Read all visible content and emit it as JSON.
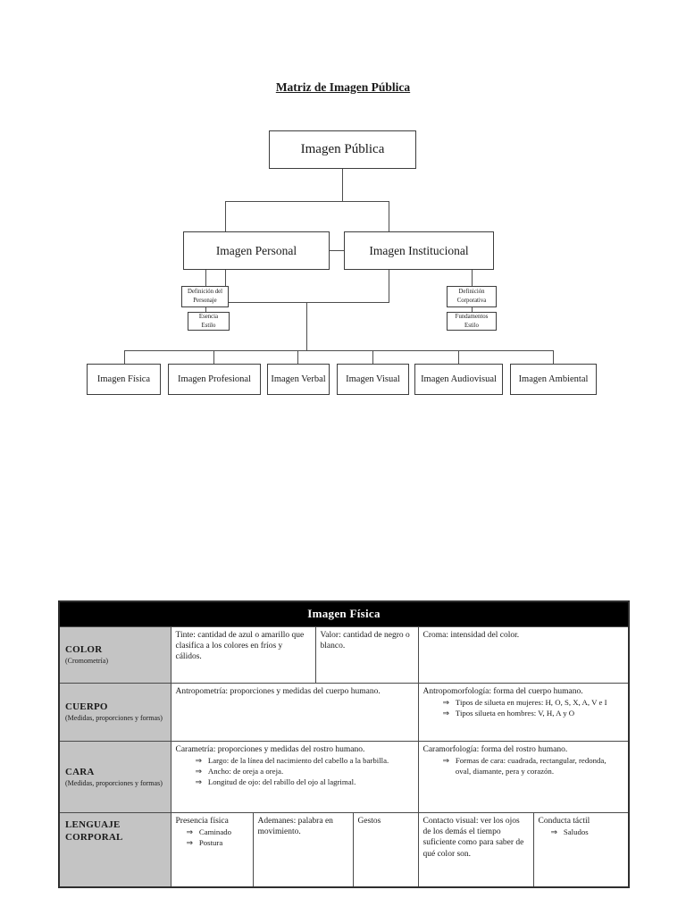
{
  "doc": {
    "title": "Matriz de Imagen Pública"
  },
  "glyphs": {
    "arrow": "⇒"
  },
  "colors": {
    "header_bg": "#000000",
    "label_bg": "#c4c4c4",
    "line": "#4d4d4d"
  },
  "chart": {
    "root": "Imagen Pública",
    "personal": "Imagen Personal",
    "institucional": "Imagen Institucional",
    "def_personaje": "Definición del\nPersonaje",
    "esencia_estilo": "Esencia\nEstilo",
    "def_corporativa": "Definición\nCorporativa",
    "fundamentos_estilo": "Fundamentos\nEstilo",
    "level3": [
      "Imagen Física",
      "Imagen Profesional",
      "Imagen Verbal",
      "Imagen Visual",
      "Imagen Audiovisual",
      "Imagen Ambiental"
    ]
  },
  "table": {
    "header": "Imagen Física",
    "rows": [
      {
        "label": "COLOR",
        "sublabel": "(Cromometría)",
        "cells": [
          {
            "text": "Tinte: cantidad de azul o amarillo que clasifica a los colores en fríos y cálidos."
          },
          {
            "text": "Valor: cantidad de negro o blanco."
          },
          {
            "text": "Croma: intensidad del color."
          }
        ]
      },
      {
        "label": "CUERPO",
        "sublabel": "(Medidas, proporciones y formas)",
        "cells": [
          {
            "text": "Antropometría: proporciones y medidas del cuerpo humano."
          },
          {
            "lead": "Antropomorfología:  forma del cuerpo humano.",
            "bullets": [
              "Tipos de silueta en mujeres: H, O, S, X, A, V e I",
              "Tipos silueta en hombres: V, H, A y O"
            ]
          }
        ]
      },
      {
        "label": "CARA",
        "sublabel": "(Medidas, proporciones y formas)",
        "cells": [
          {
            "lead": "Carametría: proporciones y medidas del rostro humano.",
            "bullets": [
              "Largo: de la línea del nacimiento del cabello a la barbilla.",
              "Ancho: de oreja a oreja.",
              "Longitud de ojo: del rabillo del ojo al lagrimal."
            ]
          },
          {
            "lead": "Caramorfología: forma del rostro humano.",
            "bullets": [
              "Formas de cara: cuadrada, rectangular, redonda, oval, diamante, pera y corazón."
            ]
          }
        ]
      },
      {
        "label": "LENGUAJE CORPORAL",
        "sublabel": "",
        "cells": [
          {
            "lead": "Presencia física",
            "bullets": [
              "Caminado",
              "Postura"
            ]
          },
          {
            "text": "Ademanes: palabra en movimiento."
          },
          {
            "text": "Gestos"
          },
          {
            "text": "Contacto visual: ver los ojos de los demás el tiempo suficiente como para saber de qué color son."
          },
          {
            "lead": "Conducta táctil",
            "bullets": [
              "Saludos"
            ]
          }
        ]
      }
    ]
  }
}
